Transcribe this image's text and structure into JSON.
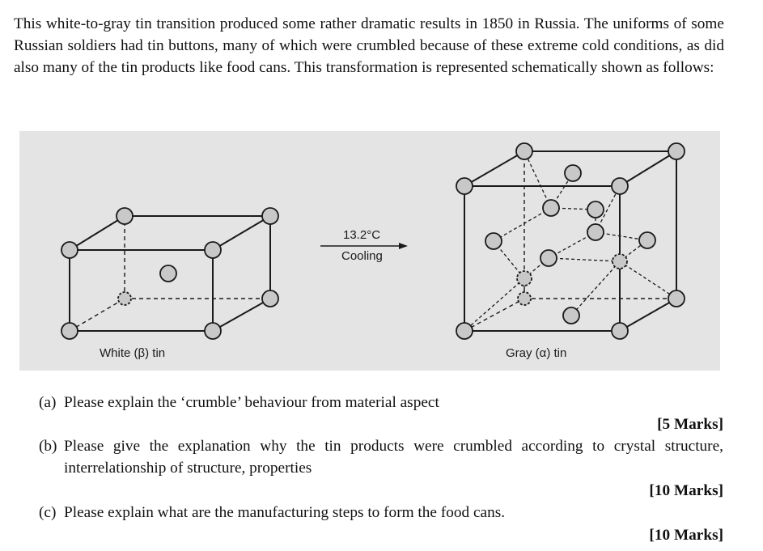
{
  "intro": "This white-to-gray tin transition produced some rather dramatic results in 1850 in Russia. The uniforms of some Russian soldiers had tin buttons, many of which were crumbled because of these extreme cold conditions, as did also many of the tin products like food cans. This transformation is represented schematically shown as follows:",
  "figure": {
    "temperature": "13.2°C",
    "process": "Cooling",
    "white_label": "White (β) tin",
    "gray_label": "Gray (α) tin",
    "atom_color": "#c8c8c8",
    "background_color": "#e4e4e4"
  },
  "questions": [
    {
      "label": "(a)",
      "text": "Please explain the ‘crumble’ behaviour from material aspect",
      "marks": "[5 Marks]"
    },
    {
      "label": "(b)",
      "text": "Please give the explanation why the tin products were crumbled according to crystal structure, interrelationship of structure, properties",
      "marks": "[10 Marks]"
    },
    {
      "label": "(c)",
      "text": "Please explain what are the manufacturing steps to form the food cans.",
      "marks": "[10 Marks]"
    }
  ]
}
